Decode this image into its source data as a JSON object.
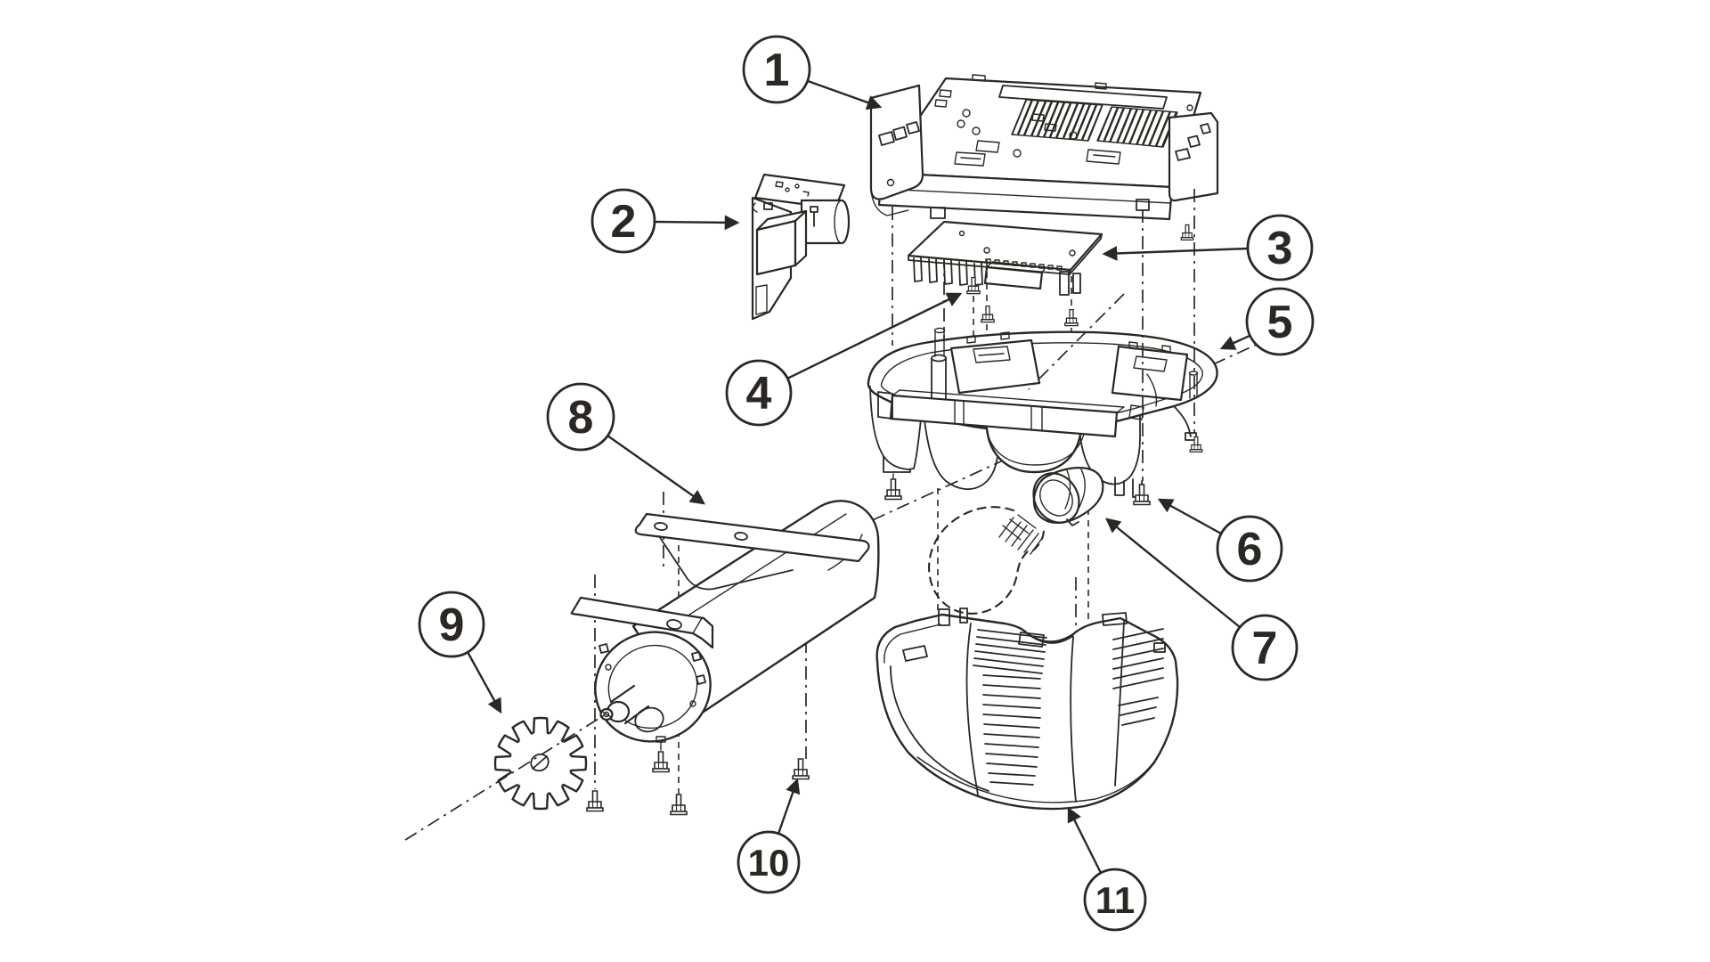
{
  "figure": {
    "background_color": "#ffffff",
    "line_color": "#2b2823",
    "type": "exploded-parts-diagram",
    "callouts": [
      {
        "number": "1"
      },
      {
        "number": "2"
      },
      {
        "number": "3"
      },
      {
        "number": "4"
      },
      {
        "number": "5"
      },
      {
        "number": "6"
      },
      {
        "number": "7"
      },
      {
        "number": "8"
      },
      {
        "number": "9"
      },
      {
        "number": "10"
      },
      {
        "number": "11"
      }
    ]
  }
}
